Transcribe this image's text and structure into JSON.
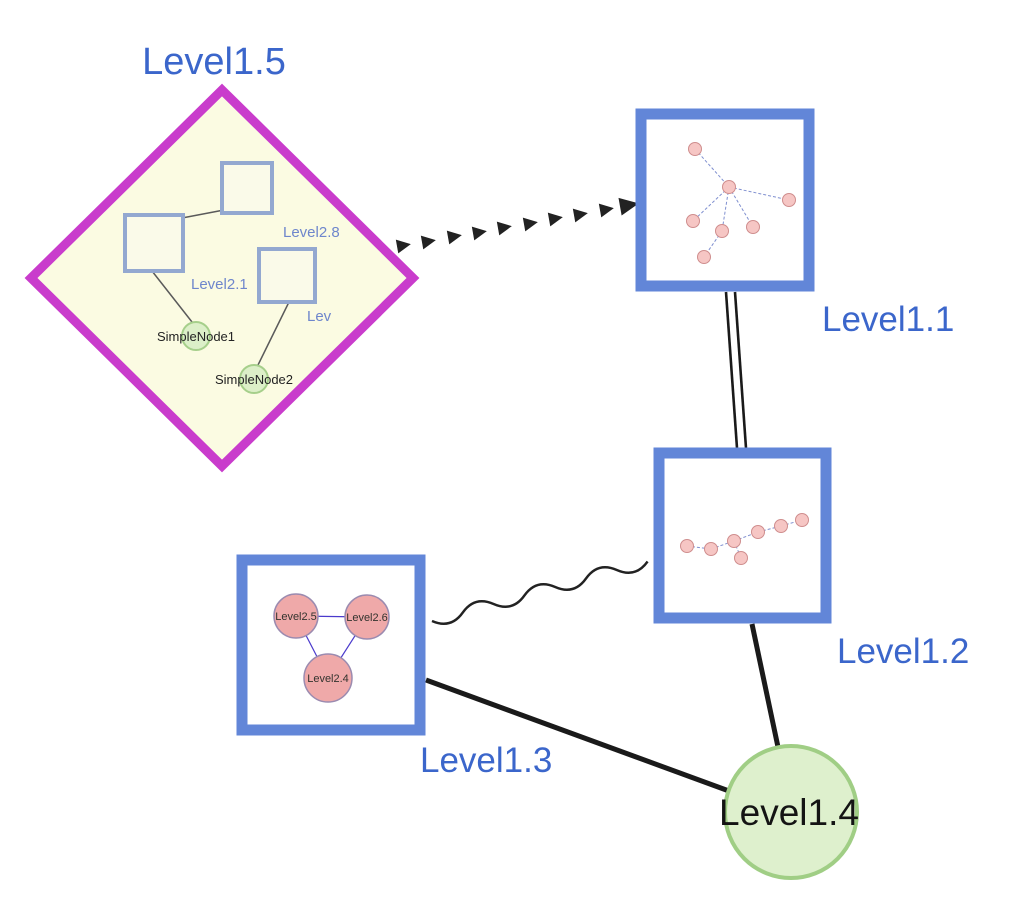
{
  "graph": {
    "type": "nested-graph-visualization",
    "clusters": {
      "level15": {
        "label": "Level1.5",
        "shape": "diamond",
        "children": {
          "level28": {
            "label": "Level2.8",
            "shape": "square"
          },
          "level21": {
            "label": "Level2.1",
            "shape": "square"
          },
          "lev": {
            "label": "Lev",
            "shape": "square"
          },
          "simplenode1": {
            "label": "SimpleNode1",
            "shape": "circle"
          },
          "simplenode2": {
            "label": "SimpleNode2",
            "shape": "circle"
          }
        }
      },
      "level11": {
        "label": "Level1.1",
        "shape": "square",
        "small_nodes": 7
      },
      "level12": {
        "label": "Level1.2",
        "shape": "square",
        "small_nodes": 7
      },
      "level13": {
        "label": "Level1.3",
        "shape": "square",
        "children": {
          "level25": {
            "label": "Level2.5",
            "shape": "circle"
          },
          "level26": {
            "label": "Level2.6",
            "shape": "circle"
          },
          "level24": {
            "label": "Level2.4",
            "shape": "circle"
          }
        }
      },
      "level14": {
        "label": "Level1.4",
        "shape": "circle"
      }
    },
    "edges": [
      {
        "from": "Level1.5",
        "to": "Level1.1",
        "style": "dashed-arrow"
      },
      {
        "from": "Level1.1",
        "to": "Level1.2",
        "style": "double-line"
      },
      {
        "from": "Level1.3",
        "to": "Level1.2",
        "style": "wavy"
      },
      {
        "from": "Level1.3",
        "to": "Level1.4",
        "style": "solid"
      },
      {
        "from": "Level1.2",
        "to": "Level1.4",
        "style": "solid"
      }
    ],
    "colors": {
      "label_blue": "#3b66cb",
      "cluster_border_blue": "#6286d8",
      "diamond_border_magenta": "#c93ccc",
      "diamond_fill": "#fbfbe2",
      "green_node_fill": "#def0cd",
      "green_node_border": "#a0ce85",
      "pink_node_fill": "#f6c6c4",
      "pink_node_border": "#cf8d8d",
      "inner_square_border": "#93a8d0",
      "inner_edge_blue": "#8090d0",
      "edge_black": "#1a1a1a"
    }
  }
}
